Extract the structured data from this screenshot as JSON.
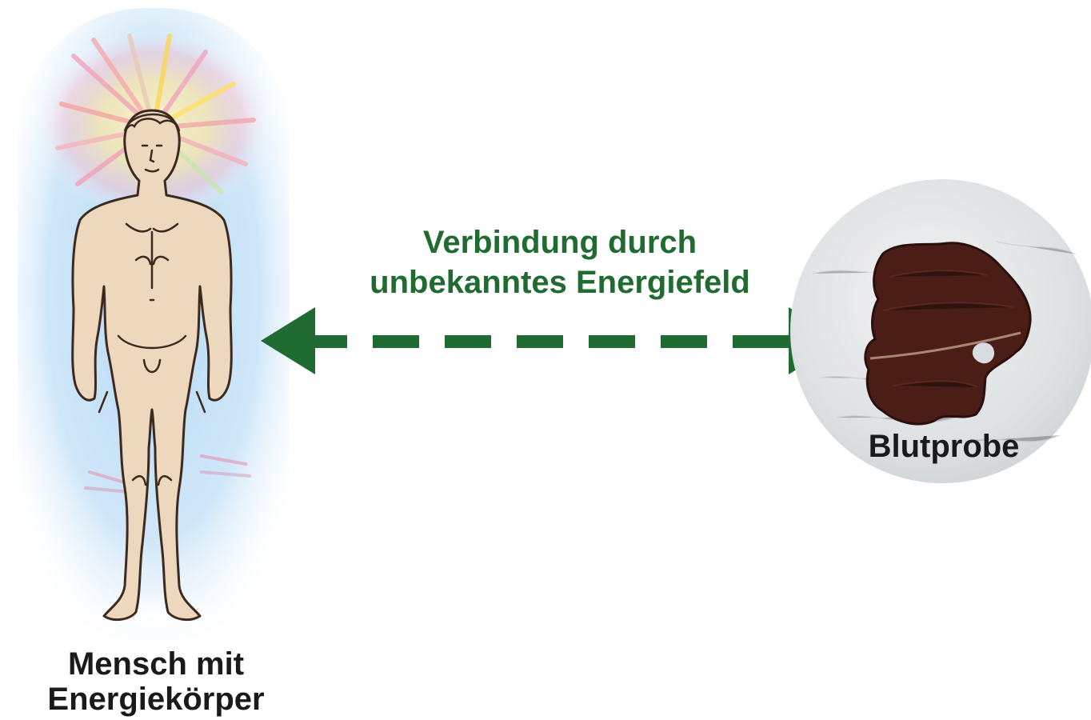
{
  "connection": {
    "line1": "Verbindung durch",
    "line2": "unbekanntes Energiefeld",
    "color": "#1f6b32"
  },
  "left_label": {
    "line1": "Mensch mit",
    "line2": "Energiekörper"
  },
  "right_label": {
    "text": "Blutprobe"
  },
  "icons": {
    "left": "human-energy-body-icon",
    "arrow": "bidirectional-dashed-arrow-icon",
    "right": "blood-sample-icon"
  },
  "colors": {
    "text_dark": "#1a1a1a",
    "arrow_green": "#1f6b32",
    "aura_blue": "#9cc9ef",
    "skin": "#eed8bd",
    "blood_dark": "#4a1e16",
    "sample_gray": "#d9dcde"
  }
}
